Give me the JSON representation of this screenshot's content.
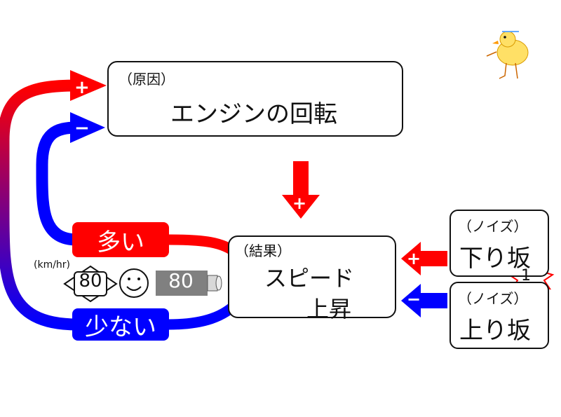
{
  "diagram": {
    "cause": {
      "label": "（原因）",
      "text": "エンジンの回転"
    },
    "result": {
      "label": "（結果）",
      "line1": "スピード",
      "line2": "上昇"
    },
    "noise_down": {
      "label": "（ノイズ）",
      "text": "下り坂"
    },
    "noise_up": {
      "label": "（ノイズ）",
      "text": "上り坂"
    },
    "more": "多い",
    "less": "少ない",
    "plus": "+",
    "minus": "−",
    "unit": "(km/hr)",
    "speed_sign": "80",
    "meter": "80",
    "burst": "1"
  },
  "colors": {
    "red": "#ff0000",
    "blue": "#0000ff",
    "meter_gray": "#808080",
    "outline": "#111111"
  },
  "icons": [
    "smiley-icon",
    "chick-icon",
    "burst-icon",
    "speed-sign-icon",
    "meter-icon"
  ]
}
